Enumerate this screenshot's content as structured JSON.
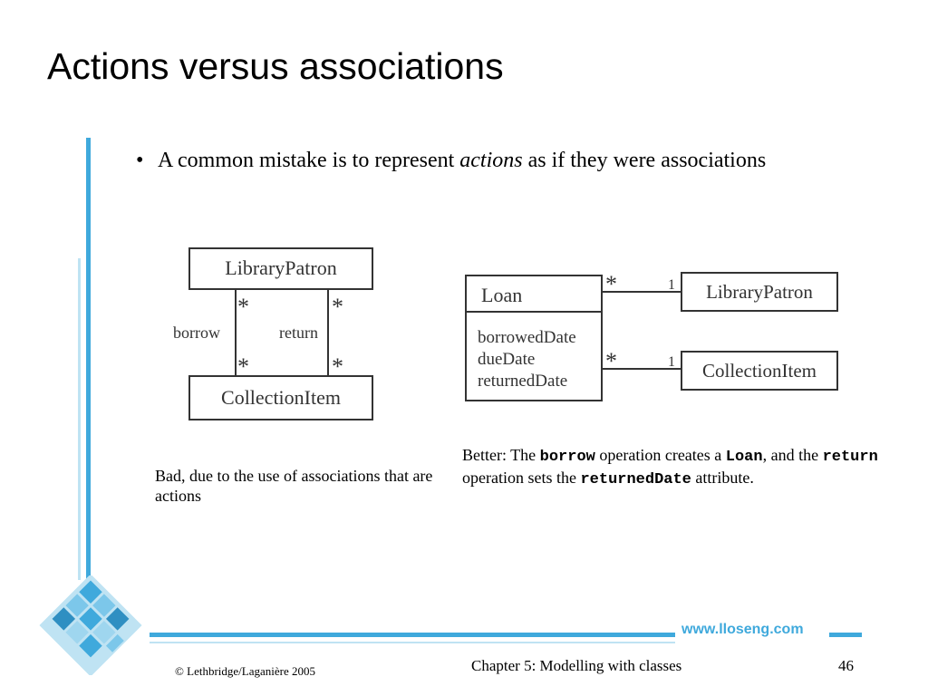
{
  "slide": {
    "title": "Actions versus associations",
    "bullet": {
      "marker": "•",
      "text_before": "A common mistake is to represent ",
      "emphasis": "actions",
      "text_after": " as if they were associations"
    }
  },
  "bad_diagram": {
    "top_class": "LibraryPatron",
    "bottom_class": "CollectionItem",
    "left_association": "borrow",
    "right_association": "return",
    "multiplicities": {
      "left_top": "*",
      "left_bottom": "*",
      "right_top": "*",
      "right_bottom": "*"
    },
    "caption": "Bad, due to the use of associations that are actions"
  },
  "good_diagram": {
    "loan_class": "Loan",
    "loan_attributes": [
      "borrowedDate",
      "dueDate",
      "returnedDate"
    ],
    "patron_class": "LibraryPatron",
    "item_class": "CollectionItem",
    "multiplicities": {
      "patron_loan_side": "*",
      "patron_side": "1",
      "item_loan_side": "*",
      "item_side": "1"
    },
    "caption": {
      "p1": "Better: The ",
      "c1": "borrow",
      "p2": " operation creates a ",
      "c2": "Loan",
      "p3": ", and the ",
      "c3": "return",
      "p4": " operation sets the ",
      "c4": "returnedDate",
      "p5": " attribute."
    }
  },
  "footer": {
    "url": "www.lloseng.com",
    "copyright": "© Lethbridge/Laganière 2005",
    "chapter": "Chapter 5: Modelling with classes",
    "page_number": "46"
  },
  "colors": {
    "accent": "#3fa9dc",
    "accent_light": "#bfe3f3",
    "diagram_line": "#333333"
  }
}
